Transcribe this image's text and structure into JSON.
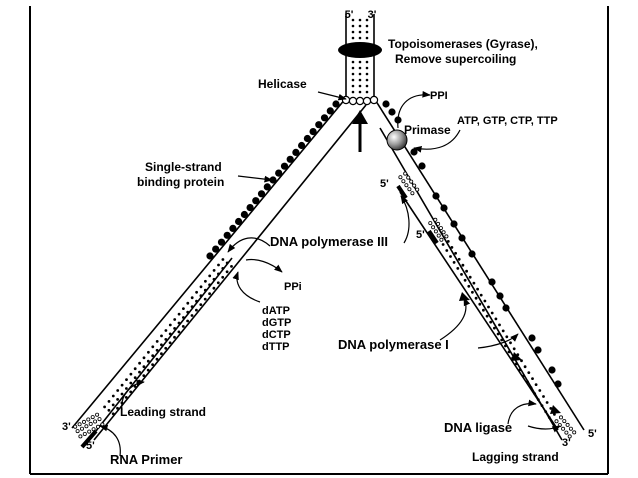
{
  "labels": {
    "end_5_top": "5'",
    "end_3_top": "3'",
    "topo_line1": "Topoisomerases (Gyrase),",
    "topo_line2": "Remove supercoiling",
    "helicase": "Helicase",
    "ppi_top": "PPI",
    "ntp": "ATP, GTP, CTP, TTP",
    "primase": "Primase",
    "ssb_line1": "Single-strand",
    "ssb_line2": "binding protein",
    "end_5_primer_a": "5'",
    "dna_pol3": "DNA polymerase III",
    "end_5_primer_b": "5'",
    "ppi_left": "PPi",
    "datp": "dATP",
    "dgtp": "dGTP",
    "dctp": "dCTP",
    "dttp": "dTTP",
    "dna_pol1": "DNA polymerase I",
    "leading_strand": "Leading strand",
    "end_3_left": "3'",
    "end_5_left": "5'",
    "dna_ligase": "DNA ligase",
    "end_3_right": "3'",
    "end_5_right": "5'",
    "rna_primer": "RNA Primer",
    "lagging_strand": "Lagging strand"
  }
}
